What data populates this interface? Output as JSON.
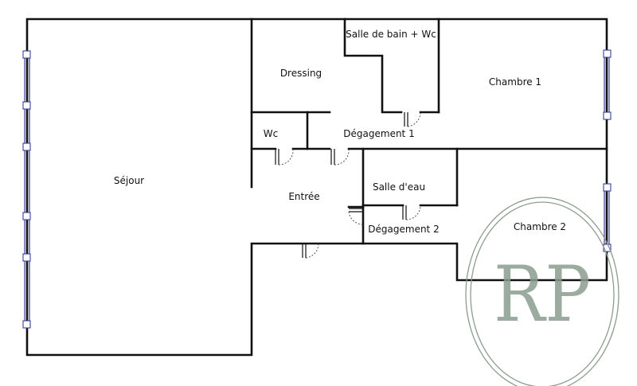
{
  "rooms": {
    "sejour": "Séjour",
    "dressing": "Dressing",
    "salle_bain": "Salle de bain + Wc",
    "chambre1": "Chambre 1",
    "wc": "Wc",
    "degagement1": "Dégagement 1",
    "entree": "Entrée",
    "salle_eau": "Salle d'eau",
    "degagement2": "Dégagement 2",
    "chambre2": "Chambre 2"
  },
  "watermark": {
    "letters": "RP",
    "color": "#8a9c8e"
  },
  "colors": {
    "wall": "#111111",
    "window": "#3a3f9a"
  }
}
